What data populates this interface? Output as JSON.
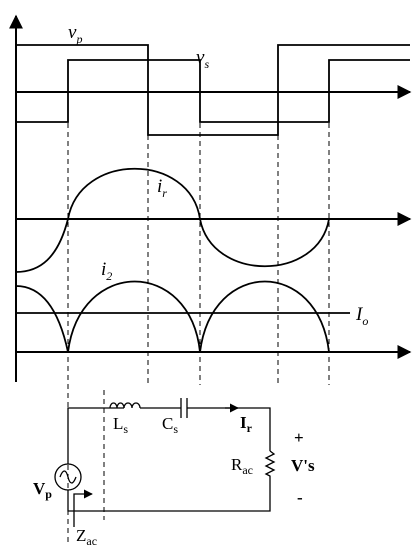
{
  "waveforms": {
    "vp_label": {
      "base": "v",
      "sub": "p"
    },
    "vs_label": {
      "base": "v",
      "sub": "s"
    },
    "ir_label": {
      "base": "i",
      "sub": "r"
    },
    "i2_label": {
      "base": "i",
      "sub": "2"
    },
    "io_label": {
      "base": "I",
      "sub": "o"
    }
  },
  "circuit": {
    "source_label": {
      "base": "V",
      "sub": "p"
    },
    "inductor_label": {
      "base": "L",
      "sub": "s"
    },
    "capacitor_label": {
      "base": "C",
      "sub": "s"
    },
    "current_label": {
      "base": "I",
      "sub": "r"
    },
    "resistor_label": {
      "base": "R",
      "sub": "ac"
    },
    "output_label": {
      "base": "V's",
      "sub": ""
    },
    "impedance_label": {
      "base": "Z",
      "sub": "ac"
    },
    "plus_sign": "+",
    "minus_sign": "-"
  }
}
